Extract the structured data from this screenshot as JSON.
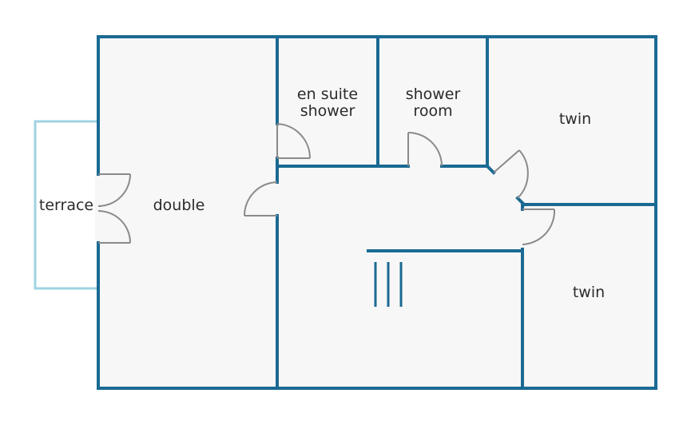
{
  "colors": {
    "wall": "#1a6a93",
    "terrace_outline": "#9fd3e2",
    "floor": "#f7f7f7",
    "door": "#8a8a8a",
    "label": "#2b2b2b"
  },
  "rooms": {
    "terrace": "terrace",
    "double": "double",
    "en_suite_line1": "en suite",
    "en_suite_line2": "shower",
    "shower_room_line1": "shower",
    "shower_room_line2": "room",
    "twin_upper": "twin",
    "twin_lower": "twin"
  }
}
